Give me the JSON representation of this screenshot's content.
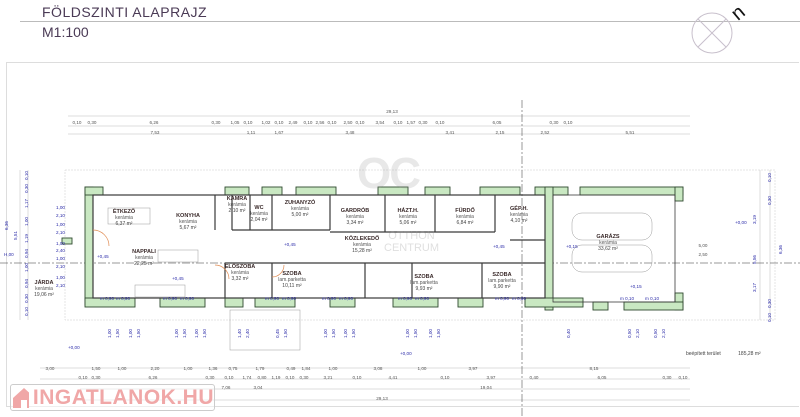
{
  "header": {
    "title": "FÖLDSZINTI ALAPRAJZ",
    "scale": "M1:100",
    "north_label": "n"
  },
  "rooms": [
    {
      "name": "ÉTKEZŐ",
      "material": "kerámia",
      "area": "6,37 m²"
    },
    {
      "name": "KONYHA",
      "material": "kerámia",
      "area": "5,67 m²"
    },
    {
      "name": "KAMRA",
      "material": "kerámia",
      "area": "2,10 m²"
    },
    {
      "name": "WC",
      "material": "kerámia",
      "area": "2,04 m²"
    },
    {
      "name": "ZUHANYZÓ",
      "material": "kerámia",
      "area": "5,00 m²"
    },
    {
      "name": "GARDRÓB",
      "material": "kerámia",
      "area": "3,34 m²"
    },
    {
      "name": "HÁZT.H.",
      "material": "kerámia",
      "area": "5,06 m²"
    },
    {
      "name": "FÜRDŐ",
      "material": "kerámia",
      "area": "6,84 m²"
    },
    {
      "name": "GÉP.H.",
      "material": "kerámia",
      "area": "4,10 m²"
    },
    {
      "name": "KÖZLEKEDŐ",
      "material": "kerámia",
      "area": "15,28 m²"
    },
    {
      "name": "NAPPALI",
      "material": "kerámia",
      "area": "22,25 m²"
    },
    {
      "name": "ELŐSZOBA",
      "material": "kerámia",
      "area": "3,32 m²"
    },
    {
      "name": "SZOBA",
      "material": "lam.parketta",
      "area": "10,11 m²"
    },
    {
      "name": "SZOBA",
      "material": "lam.parketta",
      "area": "9,93 m²"
    },
    {
      "name": "SZOBA",
      "material": "lam.parketta",
      "area": "9,90 m²"
    },
    {
      "name": "GARÁZS",
      "material": "kerámia",
      "area": "33,62 m²"
    },
    {
      "name": "JÁRDA",
      "material": "kerámia",
      "area": "19,06 m²"
    }
  ],
  "dimensions": {
    "top_total": "29,13",
    "top_row1": [
      "0,10",
      "0,30",
      "6,26",
      "0,30",
      "1,05",
      "0,10",
      "1,02",
      "0,10",
      "2,49",
      "0,10",
      "2,56",
      "0,10",
      "2,50",
      "0,10",
      "3,54",
      "0,10",
      "1,57",
      "0,30",
      "0,10",
      "6,05",
      "0,30",
      "0,10"
    ],
    "top_row2": [
      "7,53",
      "1,11",
      "1,67",
      "3,48",
      "3,41",
      "2,15",
      "2,52",
      "5,51"
    ],
    "bottom_row1": [
      "3,00",
      "1,50",
      "1,00",
      "2,20",
      "1,00",
      "1,36",
      "0,75",
      "1,79",
      "0,49",
      "1,84",
      "1,00",
      "3,08",
      "1,00",
      "3,97",
      "8,15"
    ],
    "bottom_row2": [
      "0,10",
      "0,30",
      "6,26",
      "0,30",
      "0,10",
      "1,74",
      "0,80",
      "1,19",
      "0,10",
      "0,30",
      "3,21",
      "0,10",
      "4,41",
      "0,10",
      "3,97",
      "0,40",
      "6,05",
      "0,30",
      "0,10"
    ],
    "bottom_row3": [
      "7,06",
      "3,04",
      "19,04"
    ],
    "bottom_total": "29,13",
    "right_side": [
      "0,10",
      "0,30",
      "3,19",
      "5,56",
      "6,36",
      "3,17",
      "0,30",
      "0,10",
      "5,00",
      "2,50"
    ],
    "left_side": [
      "0,10",
      "0,30",
      "1,17",
      "1,00",
      "1,19",
      "0,94",
      "1,00",
      "0,94",
      "0,30",
      "0,10",
      "5,51",
      "6,36"
    ],
    "openings_left": [
      "1,00",
      "2,10",
      "1,00",
      "2,10",
      "1,00",
      "2,40",
      "1,00",
      "2,10",
      "1,00",
      "2,10"
    ],
    "openings_bottom": [
      "m 0,90",
      "m 0,90",
      "m 0,90",
      "m 0,90",
      "m 0,90",
      "m 0,90",
      "m 0,90",
      "m 0,90",
      "m 0,90",
      "m 0,90",
      "m 0,90",
      "m 0,90",
      "m 0,10",
      "m 0,10"
    ],
    "openings_below": [
      "1,00",
      "1,50",
      "1,00",
      "1,50",
      "1,00",
      "1,50",
      "1,00",
      "1,50",
      "1,40",
      "2,40",
      "0,45",
      "1,50",
      "1,00",
      "1,50",
      "1,00",
      "1,50",
      "1,00",
      "1,50",
      "1,00",
      "1,50",
      "0,50",
      "2,10",
      "0,50",
      "2,10",
      "0,40"
    ]
  },
  "levels": [
    "+0,00",
    "+0,45",
    "+0,45",
    "+0,45",
    "+0,45",
    "+0,15",
    "+0,15",
    "+0,00",
    "+0,00",
    "+0,00"
  ],
  "axis_marker": "H,00",
  "built_up": {
    "label": "beépített terület",
    "value": "185,28 m²"
  },
  "watermark": {
    "text": "INGATLANOK.HU",
    "logo": "OC OTTHON CENTRUM"
  },
  "colors": {
    "wall_fill": "#c9e8c2",
    "wall_stroke": "#2f4a2f",
    "dim_blue": "#2a2aa8",
    "watermark": "#f0a7a7"
  }
}
